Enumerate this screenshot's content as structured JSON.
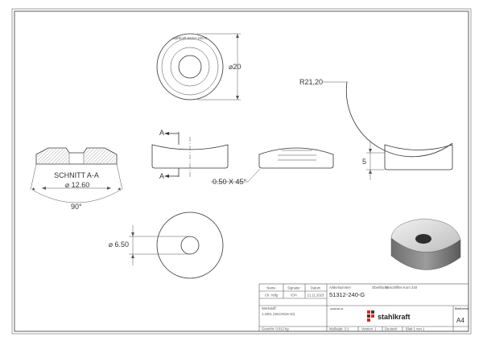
{
  "dimensions": {
    "diameter_20": "⌀20",
    "radius": "R21,20",
    "section": "SCHNITT A-A",
    "diameter_12_60": "⌀ 12.60",
    "angle_90": "90°",
    "chamfer": "0.50 X 45°",
    "height_5": "5",
    "diameter_6_50": "⌀ 6.50",
    "section_marker_top": "A",
    "section_marker_bottom": "A"
  },
  "title_block": {
    "col_name": "Name",
    "col_signature": "Signatur",
    "col_date": "Datum",
    "row_label": "Ch. Hdlg",
    "row_signature": "IOH",
    "row_date": "21.11.2023",
    "article_label": "Artikelnummer",
    "article_number": "51312-240-G",
    "surface_label": "Oberfläche:",
    "surface_value": "Geschliffen Korn 240",
    "material_label": "Werkstoff:",
    "material_value": "1.4301 (X5CrNi18-10)",
    "weight": "Gewicht: 0.012 kg",
    "scale": "Maßstab: 2:1",
    "version": "Version: 1",
    "language": "Deutsch",
    "sheet": "Blatt 1 von 1",
    "format_label": "Blattformat",
    "format_value": "A4",
    "brand": "stahlkraft",
    "brand_tiny": "stahlkraft.de"
  },
  "colors": {
    "line": "#333333",
    "logo_red": "#e0261b",
    "logo_dark": "#3a3a3a",
    "part_light": "#e6e6e6",
    "part_dark": "#8a8a8a"
  }
}
